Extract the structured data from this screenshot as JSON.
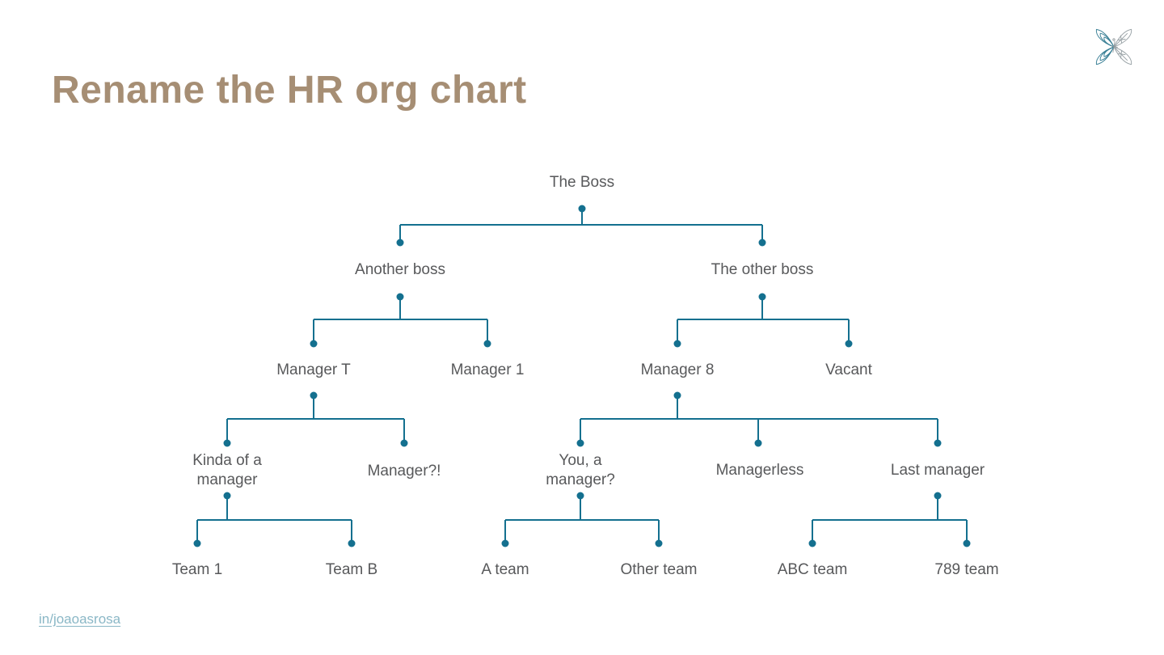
{
  "slide": {
    "title": "Rename the HR org chart"
  },
  "footer": {
    "link_label": "in/joaoasrosa"
  },
  "brand": {
    "logo_icon": "four-petal-flower-logo"
  },
  "colors": {
    "background": "#ffffff",
    "title_text": "#a68e74",
    "node_text": "#58595b",
    "connector": "#14708f",
    "footer_link": "#8ab7c6"
  },
  "org_chart": {
    "root": {
      "label": "The Boss",
      "children": [
        {
          "label": "Another boss",
          "children": [
            {
              "label": "Manager T",
              "children": [
                {
                  "label": "Kinda of a manager",
                  "children": [
                    {
                      "label": "Team 1"
                    },
                    {
                      "label": "Team B"
                    }
                  ]
                },
                {
                  "label": "Manager?!"
                }
              ]
            },
            {
              "label": "Manager 1"
            }
          ]
        },
        {
          "label": "The other boss",
          "children": [
            {
              "label": "Manager 8",
              "children": [
                {
                  "label": "You, a manager?",
                  "children": [
                    {
                      "label": "A team"
                    },
                    {
                      "label": "Other team"
                    }
                  ]
                },
                {
                  "label": "Managerless"
                },
                {
                  "label": "Last manager",
                  "children": [
                    {
                      "label": "ABC team"
                    },
                    {
                      "label": "789 team"
                    }
                  ]
                }
              ]
            },
            {
              "label": "Vacant"
            }
          ]
        }
      ]
    }
  }
}
